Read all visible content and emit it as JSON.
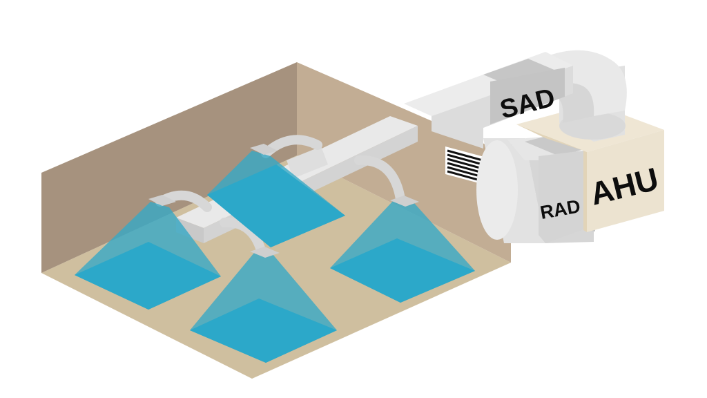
{
  "labels": {
    "supply_air_duct": "SAD",
    "return_air_duct": "RAD",
    "air_handling_unit": "AHU"
  },
  "colors": {
    "back_wall": "#a6927e",
    "side_wall": "#c2ad94",
    "floor": "#cfbf9f",
    "duct_top": "#e8e8e8",
    "duct_side": "#d2d2d2",
    "duct_shadow": "#bdbdbd",
    "duct_label_band": "#c4c4c4",
    "air_cone": "#37a9c6",
    "air_floor": "#00a6d6",
    "ahu_front": "#ece3d0",
    "ahu_side": "#e2d4b8",
    "grille": "#111111"
  },
  "diffuser_count": 4
}
